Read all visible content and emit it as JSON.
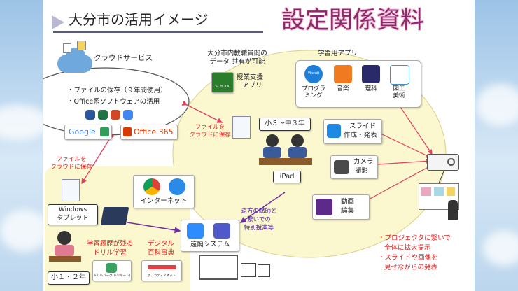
{
  "header": {
    "title": "大分市の活用イメージ",
    "stamp": "設定関係資料"
  },
  "cloud": {
    "label": "クラウドサービス",
    "bullet1": "・ファイルの保存（９年間使用）",
    "bullet2": "・Office系ソフトウェアの活用",
    "google": "Google",
    "office": "Office 365"
  },
  "sharing": {
    "line1": "大分市内教職員間の",
    "line2": "データ 共有が可能",
    "app_line1": "授業支援",
    "app_line2": "アプリ",
    "school_text": "SCHOOL"
  },
  "learning_apps": {
    "title": "学習用アプリ",
    "items": [
      {
        "label": "プログラ\nミング",
        "icon_text": "Viscuit",
        "color": "#1e7fd8"
      },
      {
        "label": "音楽",
        "icon_text": "",
        "color": "#f07a20"
      },
      {
        "label": "理科",
        "icon_text": "",
        "color": "#2a2a6a"
      },
      {
        "label": "図工\n美術",
        "icon_text": "",
        "color": "#3c8ee0"
      }
    ]
  },
  "center": {
    "grade_label": "小３～中３年",
    "device": "iPad"
  },
  "save_to_cloud_center": {
    "line1": "ファイルを",
    "line2": "クラウドに保存"
  },
  "save_to_cloud_left": {
    "line1": "ファイルを",
    "line2": "クラウドに保存"
  },
  "slides": {
    "line1": "スライド",
    "line2": "作成・発表"
  },
  "camera": {
    "line1": "カメラ",
    "line2": "撮影"
  },
  "video": {
    "line1": "動画",
    "line2": "編集"
  },
  "internet": {
    "label": "インターネット"
  },
  "remote_lesson": {
    "line1": "遠方の講師と",
    "line2": "繋いでの",
    "line3": "特別授業等"
  },
  "remote_system": {
    "label": "遠隔システム"
  },
  "windows": {
    "line1": "Windows",
    "line2": "タブレット"
  },
  "drill": {
    "line1": "学習履歴が残る",
    "line2": "ドリル学習",
    "card": "ドリルパーク(ドリルーム)"
  },
  "encyclopedia": {
    "line1": "デジタル",
    "line2": "百科事典",
    "card": "ポプラディアネット"
  },
  "grade_low": {
    "label": "小１・２年"
  },
  "projector_notes": {
    "line1": "・プロジェクタに繋いで",
    "line2": "全体に拡大提示",
    "line3": "・スライドや画像を",
    "line4": "見せながらの発表"
  },
  "colors": {
    "ellipse_fill": "#fbf7cf",
    "stamp": "#8a2a6a",
    "arrow_red": "#e04060",
    "arrow_purple": "#7030a0"
  }
}
